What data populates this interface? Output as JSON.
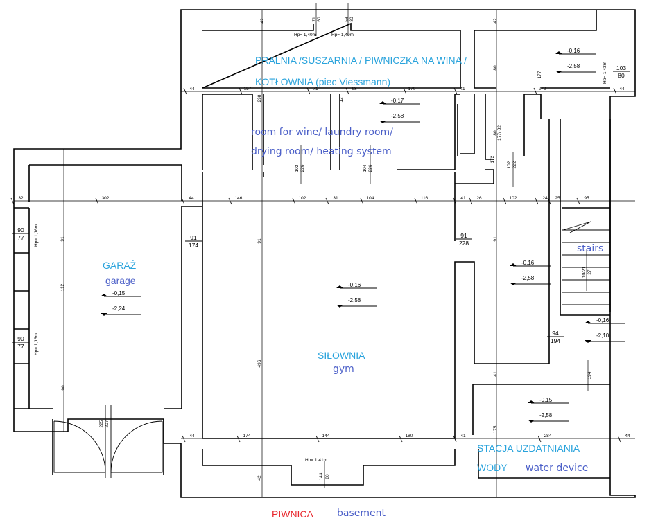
{
  "colors": {
    "polish_label": "#29a3dc",
    "english_label": "#4b5fc8",
    "title_red": "#e8282e",
    "title_blue": "#4b5fc8",
    "walls": "#000000"
  },
  "title": {
    "pl": "PIWNICA",
    "en": "basement"
  },
  "rooms": {
    "laundry": {
      "line1": "PRALNIA /SUSZARNIA / PIWNICZKA NA WINA /",
      "line2": "KOTŁOWNIA (piec Viessmann)",
      "en1": "room for wine/ laundry room/",
      "en2": "drying room/ heating system"
    },
    "garage": {
      "pl": "GARAŻ",
      "en": "garage"
    },
    "gym": {
      "pl": "SIŁOWNIA",
      "en": "gym"
    },
    "water": {
      "pl1": "STACJA UZDATNIANIA",
      "pl2": "WODY",
      "en": "water device"
    },
    "stairs": {
      "en": "stairs"
    }
  },
  "levels": [
    {
      "a": "-0,16",
      "b": "-2,58"
    },
    {
      "a": "-0,17",
      "b": "-2,58"
    },
    {
      "a": "-0,15",
      "b": "-2,24"
    },
    {
      "a": "-0,16",
      "b": "-2,58"
    },
    {
      "a": "-0,16",
      "b": "-2,58"
    },
    {
      "a": "-0,16",
      "b": "-2,10"
    },
    {
      "a": "-0,15",
      "b": "-2,58"
    }
  ],
  "doors": [
    {
      "top": "91",
      "bottom": "174"
    },
    {
      "top": "91",
      "bottom": "228"
    },
    {
      "top": "94",
      "bottom": "194"
    },
    {
      "top": "103",
      "bottom": "80"
    },
    {
      "top": "90",
      "bottom": "77"
    },
    {
      "top": "90",
      "bottom": "77"
    }
  ],
  "dims_top_row": [
    "44",
    "157",
    "71",
    "68",
    "170",
    "41",
    "272",
    "44"
  ],
  "dims_mid_row": [
    "32",
    "302",
    "44",
    "146",
    "102",
    "31",
    "104",
    "116",
    "41",
    "26",
    "102",
    "24",
    "25",
    "95"
  ],
  "dims_bottom_row": [
    "44",
    "174",
    "144",
    "180",
    "41",
    "284",
    "44"
  ],
  "dims_vertical": [
    "42",
    "71",
    "60",
    "58",
    "80",
    "42",
    "80",
    "177",
    "298",
    "80",
    "177/ 82",
    "102",
    "226",
    "104",
    "226",
    "12",
    "172",
    "102",
    "222",
    "91",
    "91",
    "91",
    "112",
    "496",
    "225",
    "207",
    "41",
    "175",
    "42",
    "144",
    "80",
    "90",
    "194",
    "10/21",
    "27"
  ],
  "window_heights": [
    "Hp= 1,40m",
    "Hp= 1,40m",
    "Hp= 1,43m",
    "Hp= 1,41m",
    "Hp= 1,16m",
    "Hp= 1,16m"
  ]
}
